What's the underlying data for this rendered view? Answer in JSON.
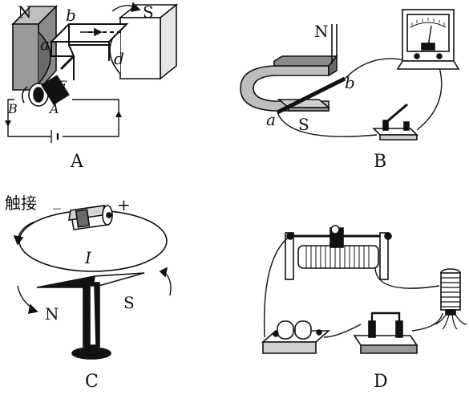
{
  "colors": {
    "ink": "#111111",
    "paper": "#ffffff",
    "shade": "#6a6a6a",
    "light": "#cfcfcf"
  },
  "panels": {
    "a": {
      "caption": "A",
      "magnet_n": "N",
      "magnet_s": "S",
      "coil_a": "a",
      "coil_b": "b",
      "coil_d": "d",
      "brush_b": "B",
      "brush_a": "A",
      "axis_f": "F"
    },
    "b": {
      "caption": "B",
      "pole_n": "N",
      "pole_s": "S",
      "rod_a": "a",
      "rod_b": "b"
    },
    "c": {
      "caption": "C",
      "touch_label": "触接",
      "minus": "_",
      "plus": "+",
      "current": "I",
      "needle_n": "N",
      "needle_s": "S"
    },
    "d": {
      "caption": "D"
    }
  }
}
